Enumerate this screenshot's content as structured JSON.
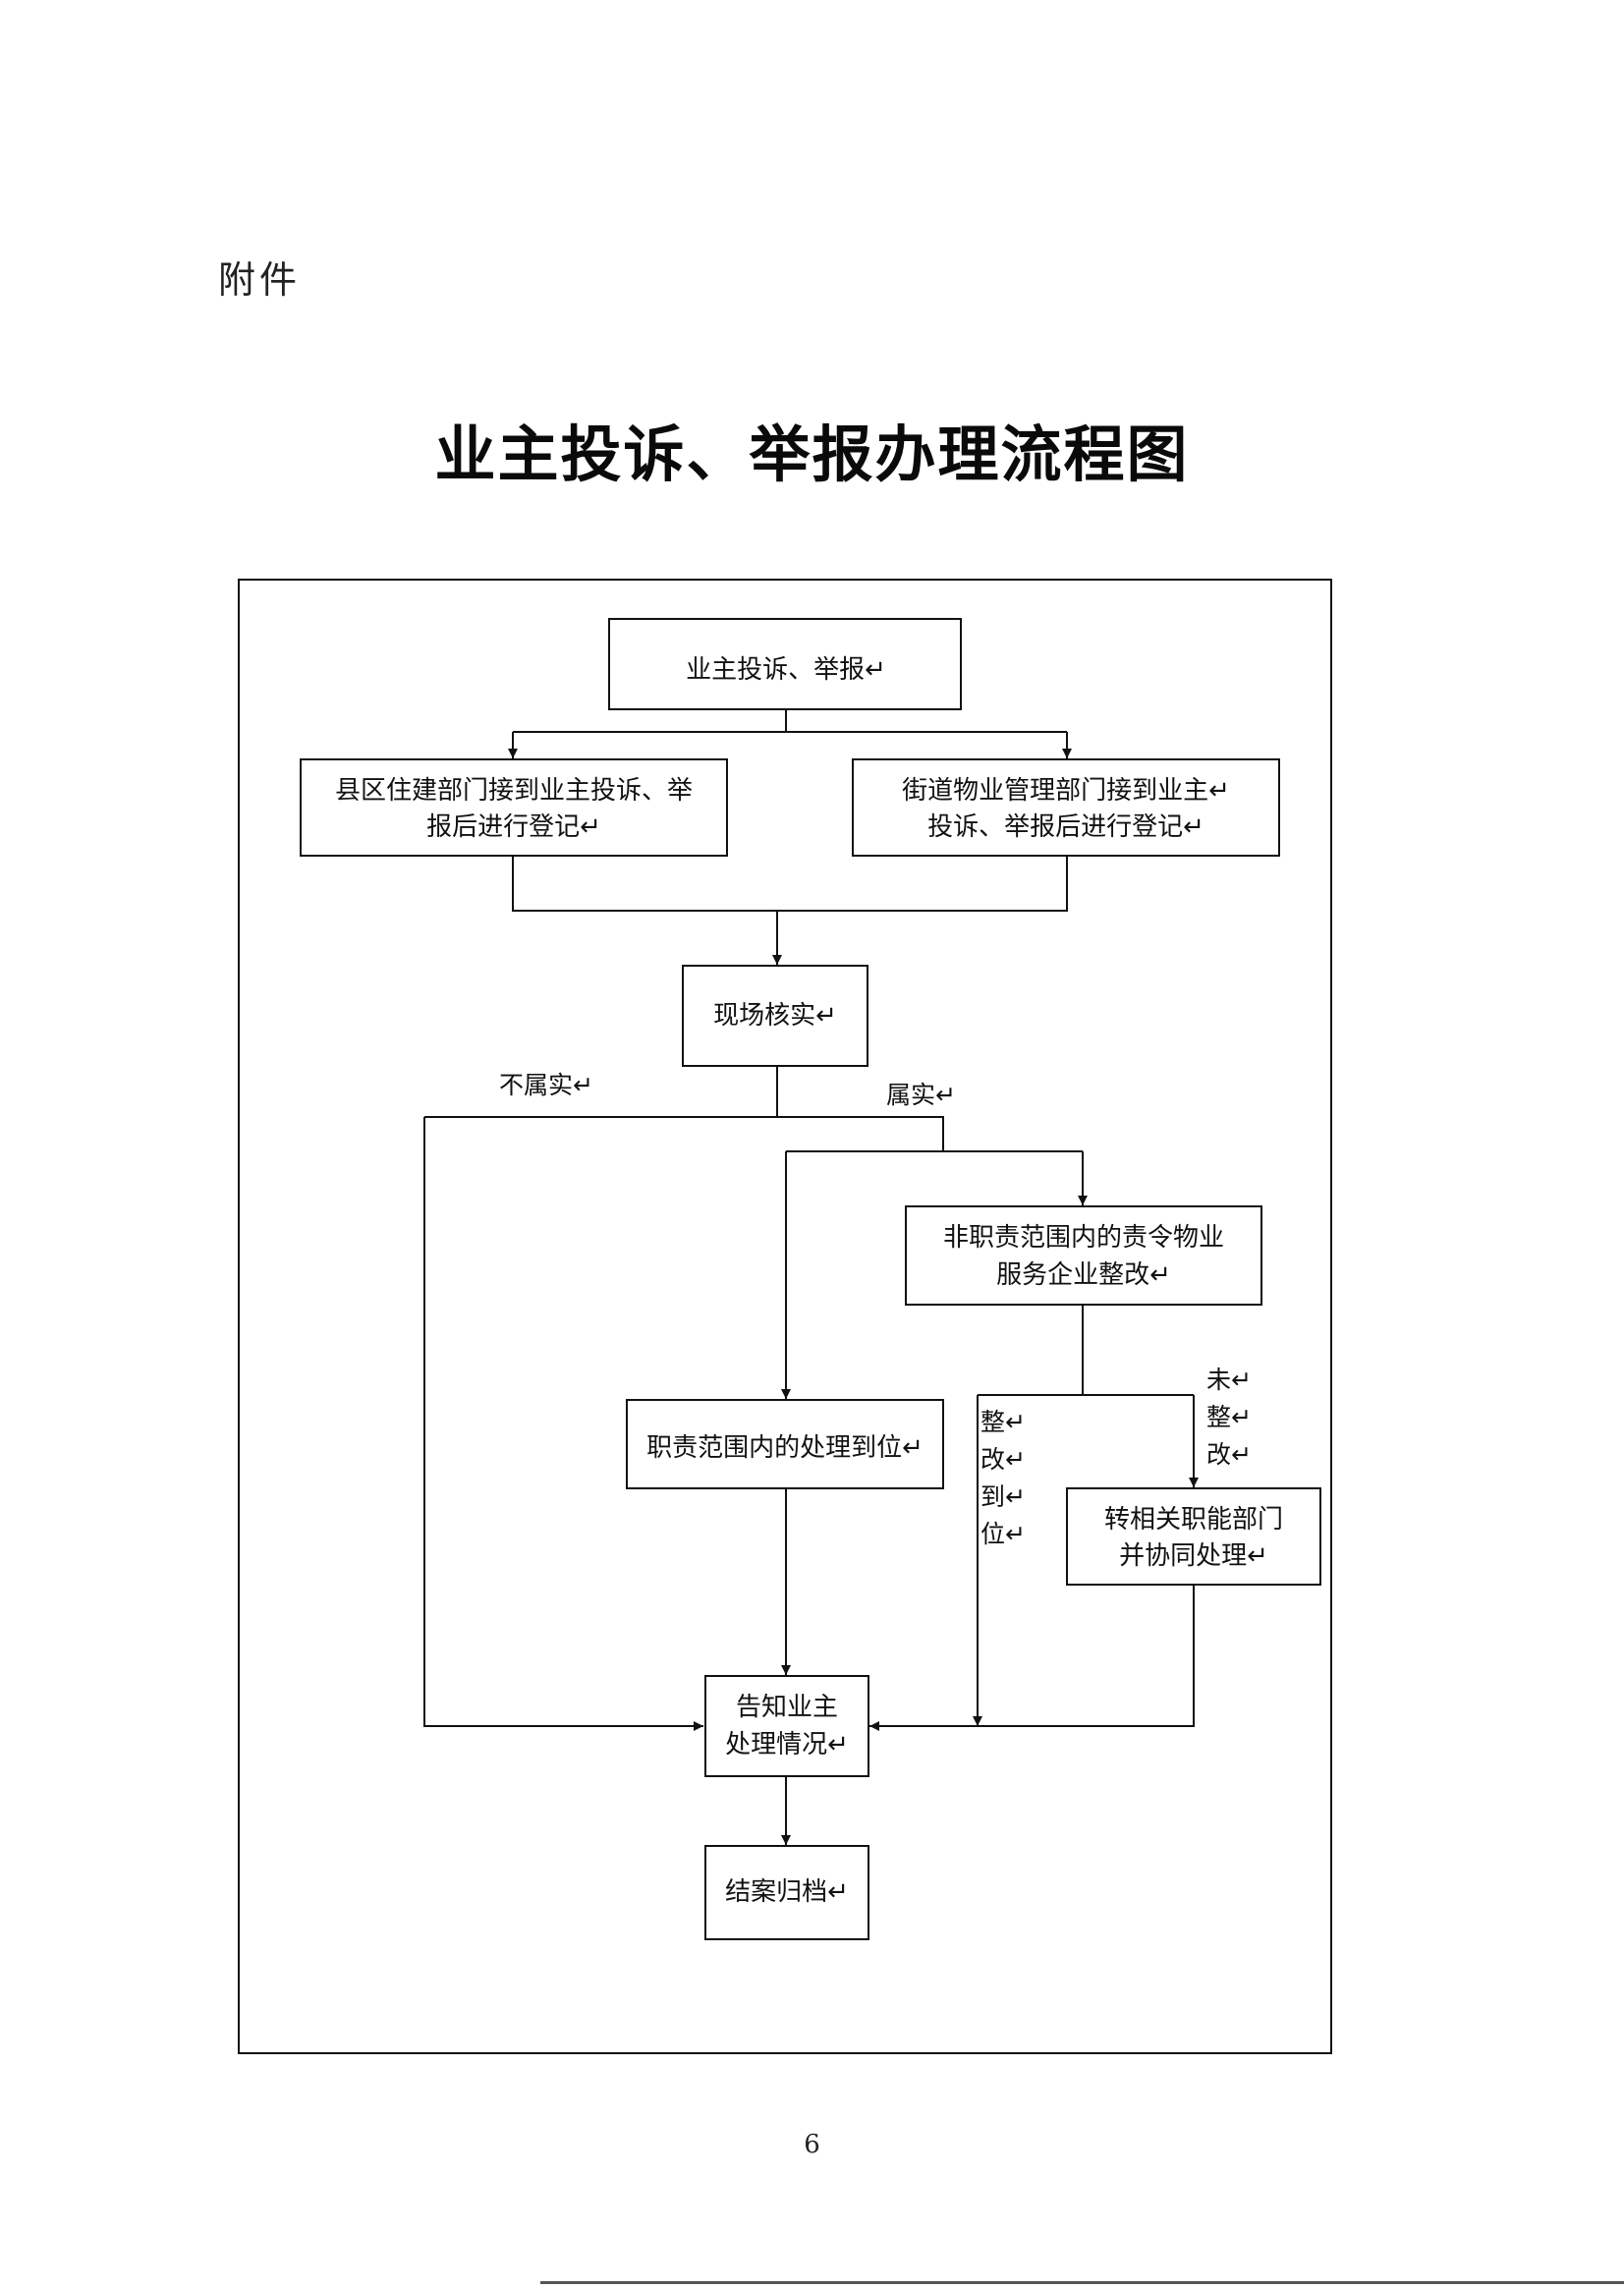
{
  "page": {
    "label": "附件",
    "title": "业主投诉、举报办理流程图",
    "number": "6"
  },
  "nodes": {
    "complaint": [
      "业主投诉、举报↵"
    ],
    "county_register": [
      "县区住建部门接到业主投诉、举",
      "报后进行登记↵"
    ],
    "street_register": [
      "街道物业管理部门接到业主↵",
      "投诉、举报后进行登记↵"
    ],
    "site_check": [
      "现场核实↵"
    ],
    "order_rectify": [
      "非职责范围内的责令物业",
      "服务企业整改↵"
    ],
    "handle_in_scope": [
      "职责范围内的处理到位↵"
    ],
    "transfer": [
      "转相关职能部门",
      "并协同处理↵"
    ],
    "notify_owner": [
      "告知业主",
      "处理情况↵"
    ],
    "close_archive": [
      "结案归档↵"
    ]
  },
  "labels": {
    "not_true": "不属实↵",
    "true": "属实↵",
    "rectified": [
      "整↵",
      "改↵",
      "到↵",
      "位↵"
    ],
    "not_rectified": [
      "未↵",
      "整↵",
      "改↵"
    ]
  }
}
